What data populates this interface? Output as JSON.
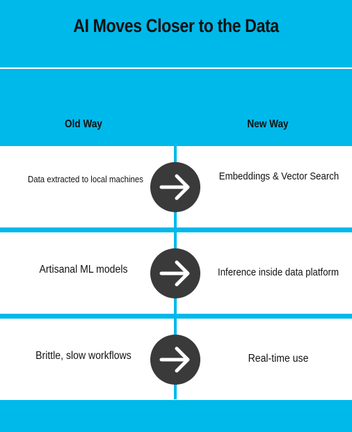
{
  "title": "AI Moves Closer to the Data",
  "headers": {
    "old": "Old Way",
    "new": "New Way"
  },
  "rows": [
    {
      "old": "Data extracted to local machines",
      "new": "Embeddings & Vector Search"
    },
    {
      "old": "Artisanal ML models",
      "new": "Inference inside data platform"
    },
    {
      "old": "Brittle, slow workflows",
      "new": "Real-time use"
    }
  ],
  "colors": {
    "background": "#00b9eb",
    "row": "#ffffff",
    "arrow": "#3a3a3a"
  }
}
